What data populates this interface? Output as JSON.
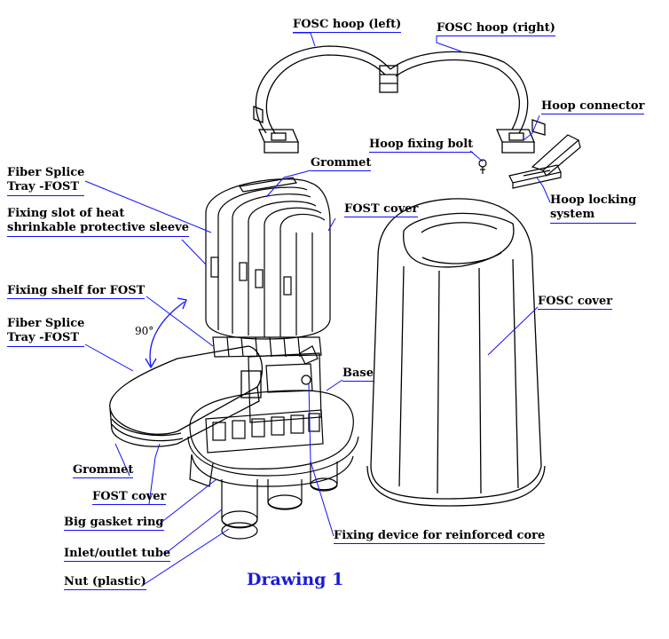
{
  "colors": {
    "line": "#000000",
    "leader": "#1010ff",
    "title": "#1a1ad6",
    "background": "#ffffff"
  },
  "labels": {
    "fosc_hoop_left": "FOSC hoop (left)",
    "fosc_hoop_right": "FOSC hoop (right)",
    "hoop_connector": "Hoop connector",
    "hoop_fixing_bolt": "Hoop fixing bolt",
    "hoop_locking_system_1": "Hoop locking",
    "hoop_locking_system_2": "system",
    "grommet_top": "Grommet",
    "fiber_splice_tray_1": "Fiber Splice",
    "fiber_splice_tray_2": "Tray -FOST",
    "fixing_slot_1": "Fixing slot of heat",
    "fixing_slot_2": "shrinkable protective sleeve",
    "fost_cover_top": "FOST cover",
    "fosc_cover": "FOSC cover",
    "fixing_shelf": "Fixing shelf for FOST",
    "fiber_splice_tray_b1": "Fiber Splice",
    "fiber_splice_tray_b2": "Tray -FOST",
    "angle": "90°",
    "base": "Base",
    "grommet_bottom": "Grommet",
    "fost_cover_bottom": "FOST cover",
    "big_gasket_ring": "Big gasket ring",
    "inlet_outlet_tube": "Inlet/outlet tube",
    "nut_plastic": "Nut (plastic)",
    "fixing_device": "Fixing device for reinforced core"
  },
  "caption": "Drawing  1"
}
